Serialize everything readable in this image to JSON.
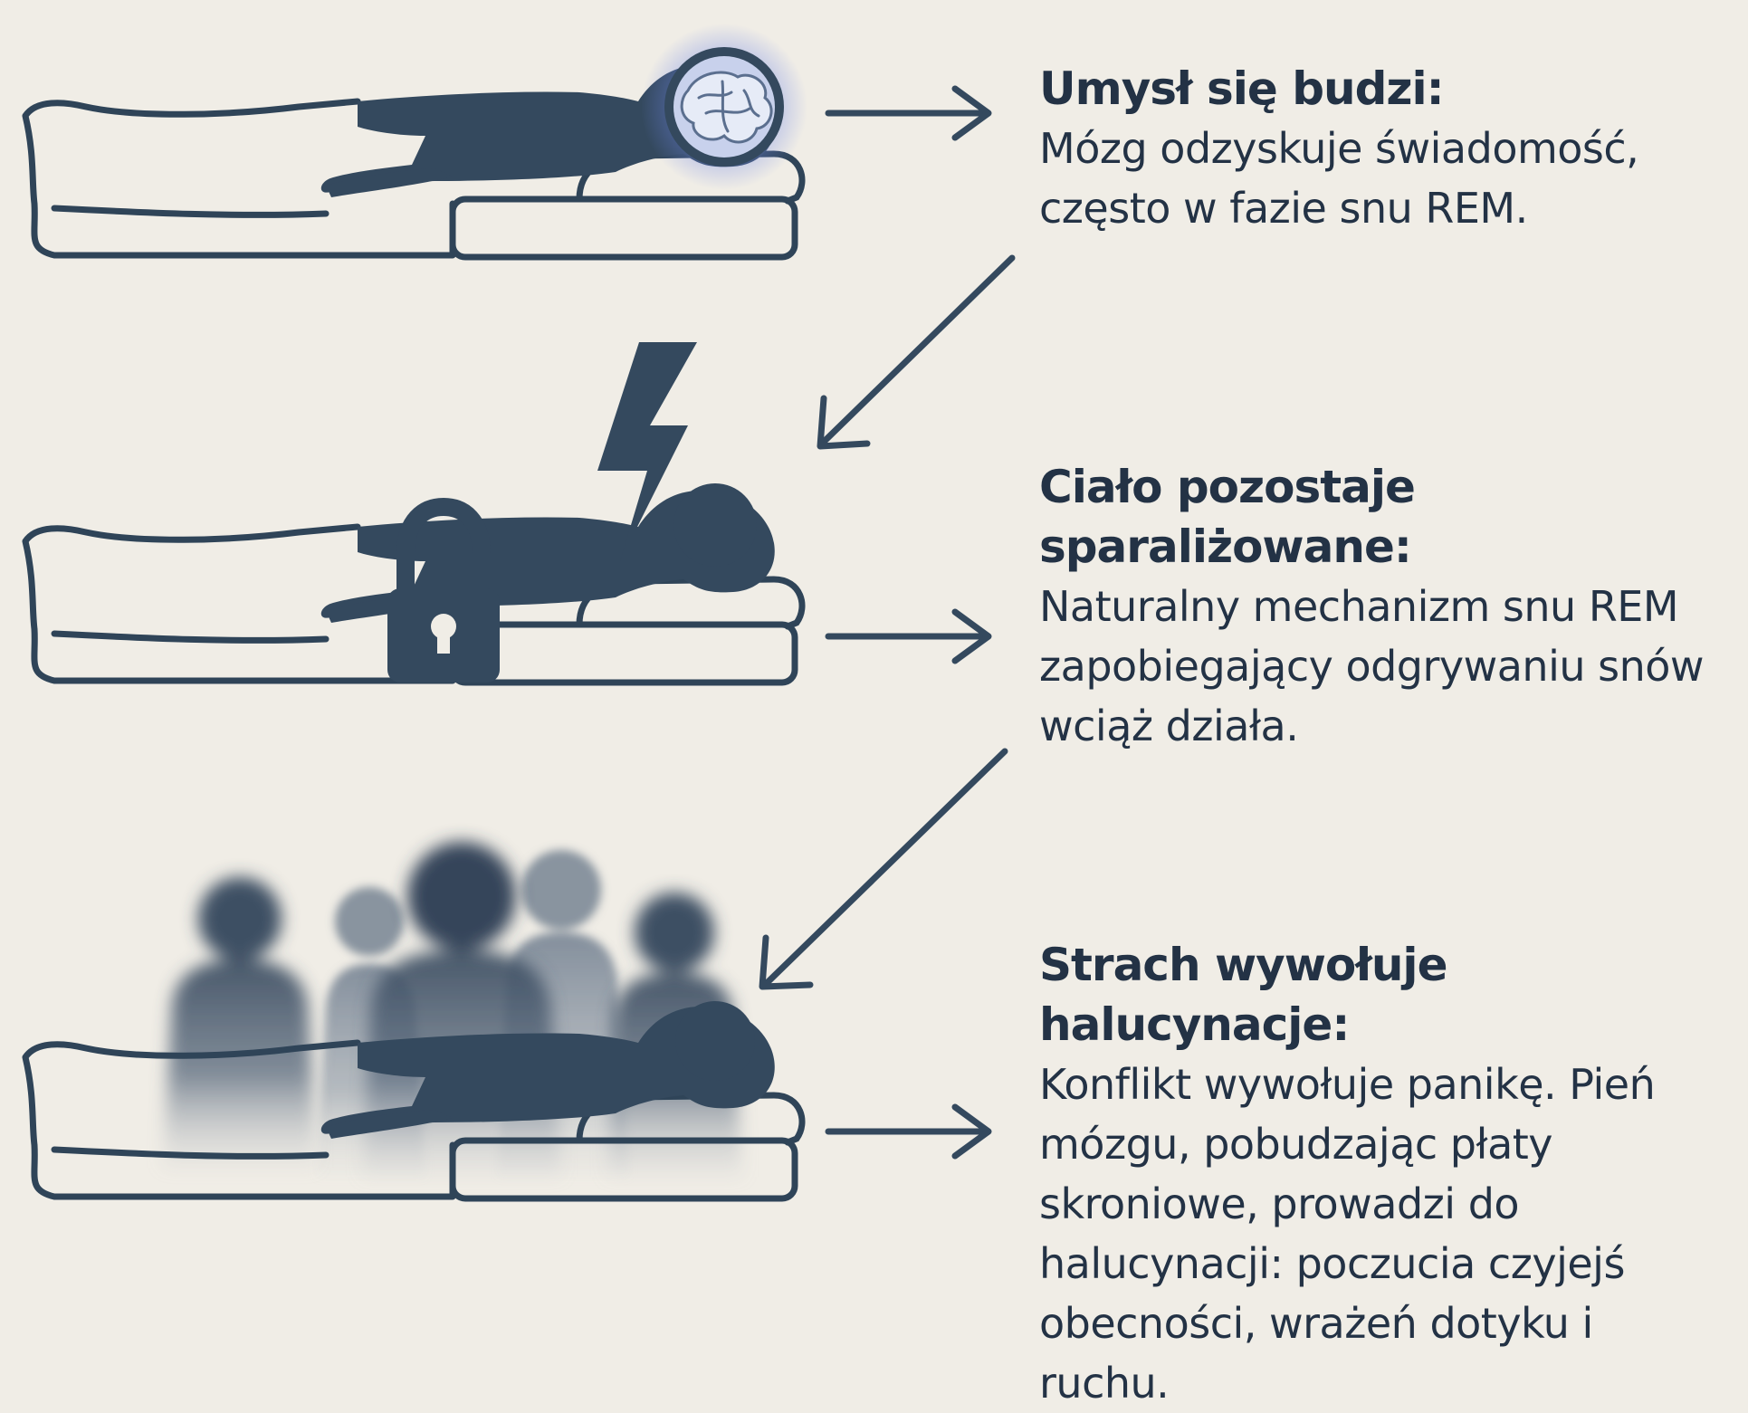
{
  "steps": [
    {
      "title": "Umysł się budzi:",
      "body": "Mózg odzyskuje świadomość, często w fazie snu REM.",
      "icon": "glowing-brain-icon"
    },
    {
      "title": "Ciało pozostaje sparaliżowane:",
      "body": "Naturalny mechanizm snu REM zapobiegający odgrywaniu snów wciąż działa.",
      "icon": "padlock-icon"
    },
    {
      "title": "Strach wywołuje halucynacje:",
      "body": "Konflikt wywołuje panikę. Pień mózgu, pobudzając płaty skroniowe, prowadzi do halucynacji: poczucia czyjejś obecności, wrażeń dotyku i ruchu.",
      "icon": "shadow-figures-icon"
    }
  ],
  "colors": {
    "background": "#f0ede6",
    "ink": "#2f4458",
    "text": "#233245",
    "glow": "#5f7bd8",
    "figures": "#4f5f72"
  },
  "connector_icon": "lightning-bolt-icon"
}
